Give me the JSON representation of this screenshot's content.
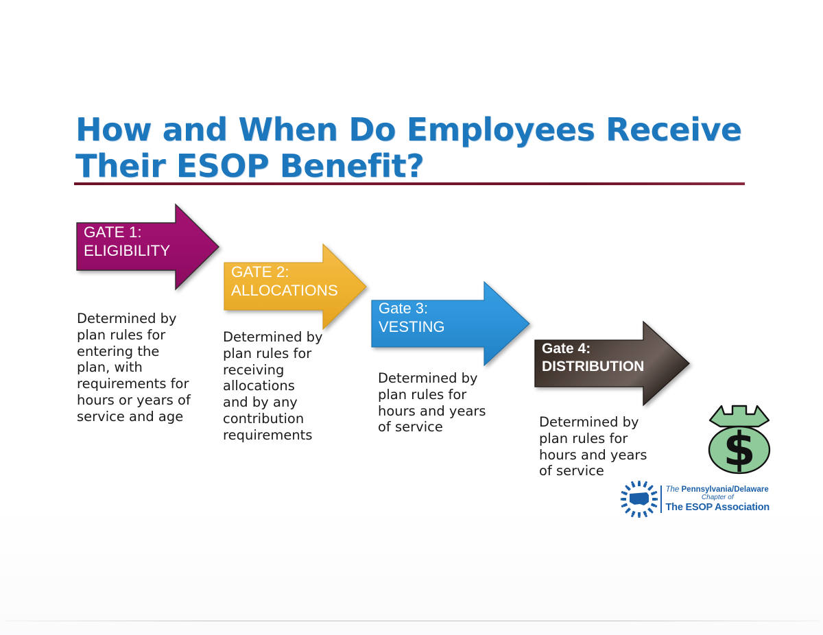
{
  "slide": {
    "title": "How and When Do Employees Receive\nTheir ESOP Benefit?",
    "title_color": "#1d77bd",
    "rule_color": "#6d1329"
  },
  "gates": [
    {
      "label": "GATE 1:\nELIGIBILITY",
      "color": "#9c0f6d",
      "text": "Determined by\nplan rules for\nentering the\nplan, with\nrequirements for\nhours or years of\nservice and age"
    },
    {
      "label": "GATE 2:\nALLOCATIONS",
      "color": "#f0b433",
      "text": "Determined by\nplan rules for\nreceiving\nallocations\nand by any\ncontribution\nrequirements"
    },
    {
      "label": "Gate 3:\nVESTING",
      "color": "#2e93d9",
      "text": "Determined by\nplan rules for\nhours and years\nof service"
    },
    {
      "label": "Gate 4:\nDISTRIBUTION",
      "color": "#4a3b36",
      "text": "Determined by\nplan rules for\nhours and years\nof service"
    }
  ],
  "money_bag": {
    "name": "money-bag-icon",
    "symbol": "$",
    "bag_color": "#8fca9b",
    "symbol_color": "#111111"
  },
  "logo": {
    "the": "The ",
    "chapter_name": "Pennsylvania/Delaware",
    "chapter_of": "Chapter of",
    "association": "The ESOP Association",
    "color": "#1a5fa8"
  }
}
